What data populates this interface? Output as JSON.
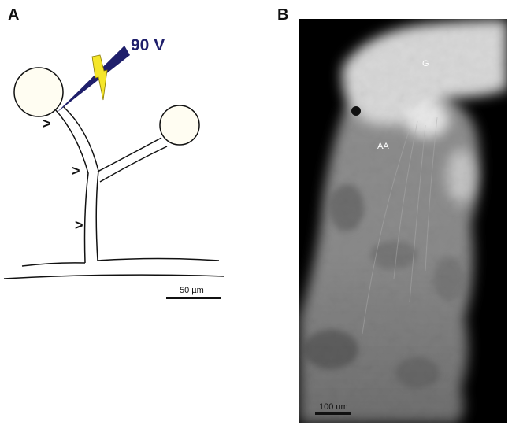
{
  "panel_a": {
    "label": "A",
    "voltage_label": "90 V",
    "scale_bar_label": "50 µm",
    "arrowhead_glyph": ">",
    "colors": {
      "stimulus": "#1f1f6b",
      "lightning": "#f5e62a",
      "soma_fill": "#fffdf2",
      "line": "#111111"
    }
  },
  "panel_b": {
    "label": "B",
    "region_labels": {
      "g": "G",
      "aa": "AA"
    },
    "scale_bar_label": "100 um",
    "colors": {
      "background": "#000000",
      "tissue_light": "#e0e0e0",
      "tissue_mid": "#9a9a9a"
    }
  }
}
